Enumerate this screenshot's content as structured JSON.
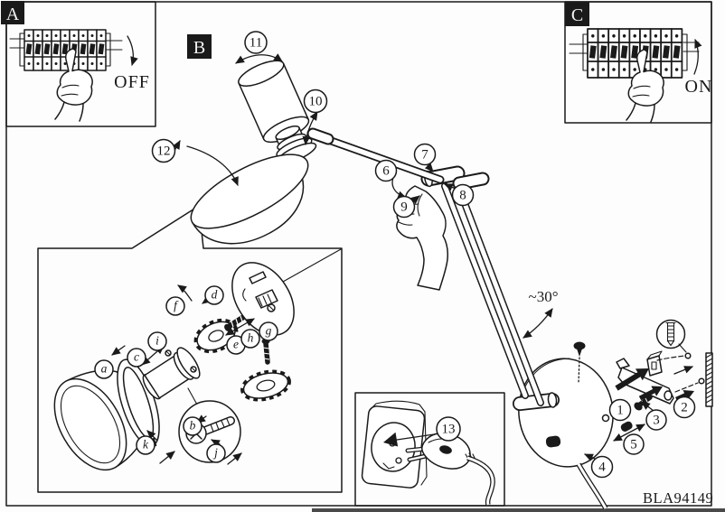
{
  "colors": {
    "ink": "#1a1a1a",
    "paper": "#fdfdfd"
  },
  "labels": {
    "panel_a": "A",
    "panel_b": "B",
    "panel_c": "C",
    "power_off": "OFF",
    "power_on": "ON",
    "swivel_angle": "~30°",
    "model_number": "BLA94149"
  },
  "callouts": {
    "numbered": [
      "1",
      "2",
      "3",
      "4",
      "5",
      "6",
      "7",
      "8",
      "9",
      "10",
      "11",
      "12",
      "13"
    ],
    "lettered": [
      "a",
      "b",
      "c",
      "d",
      "e",
      "f",
      "g",
      "h",
      "i",
      "j",
      "k"
    ]
  }
}
